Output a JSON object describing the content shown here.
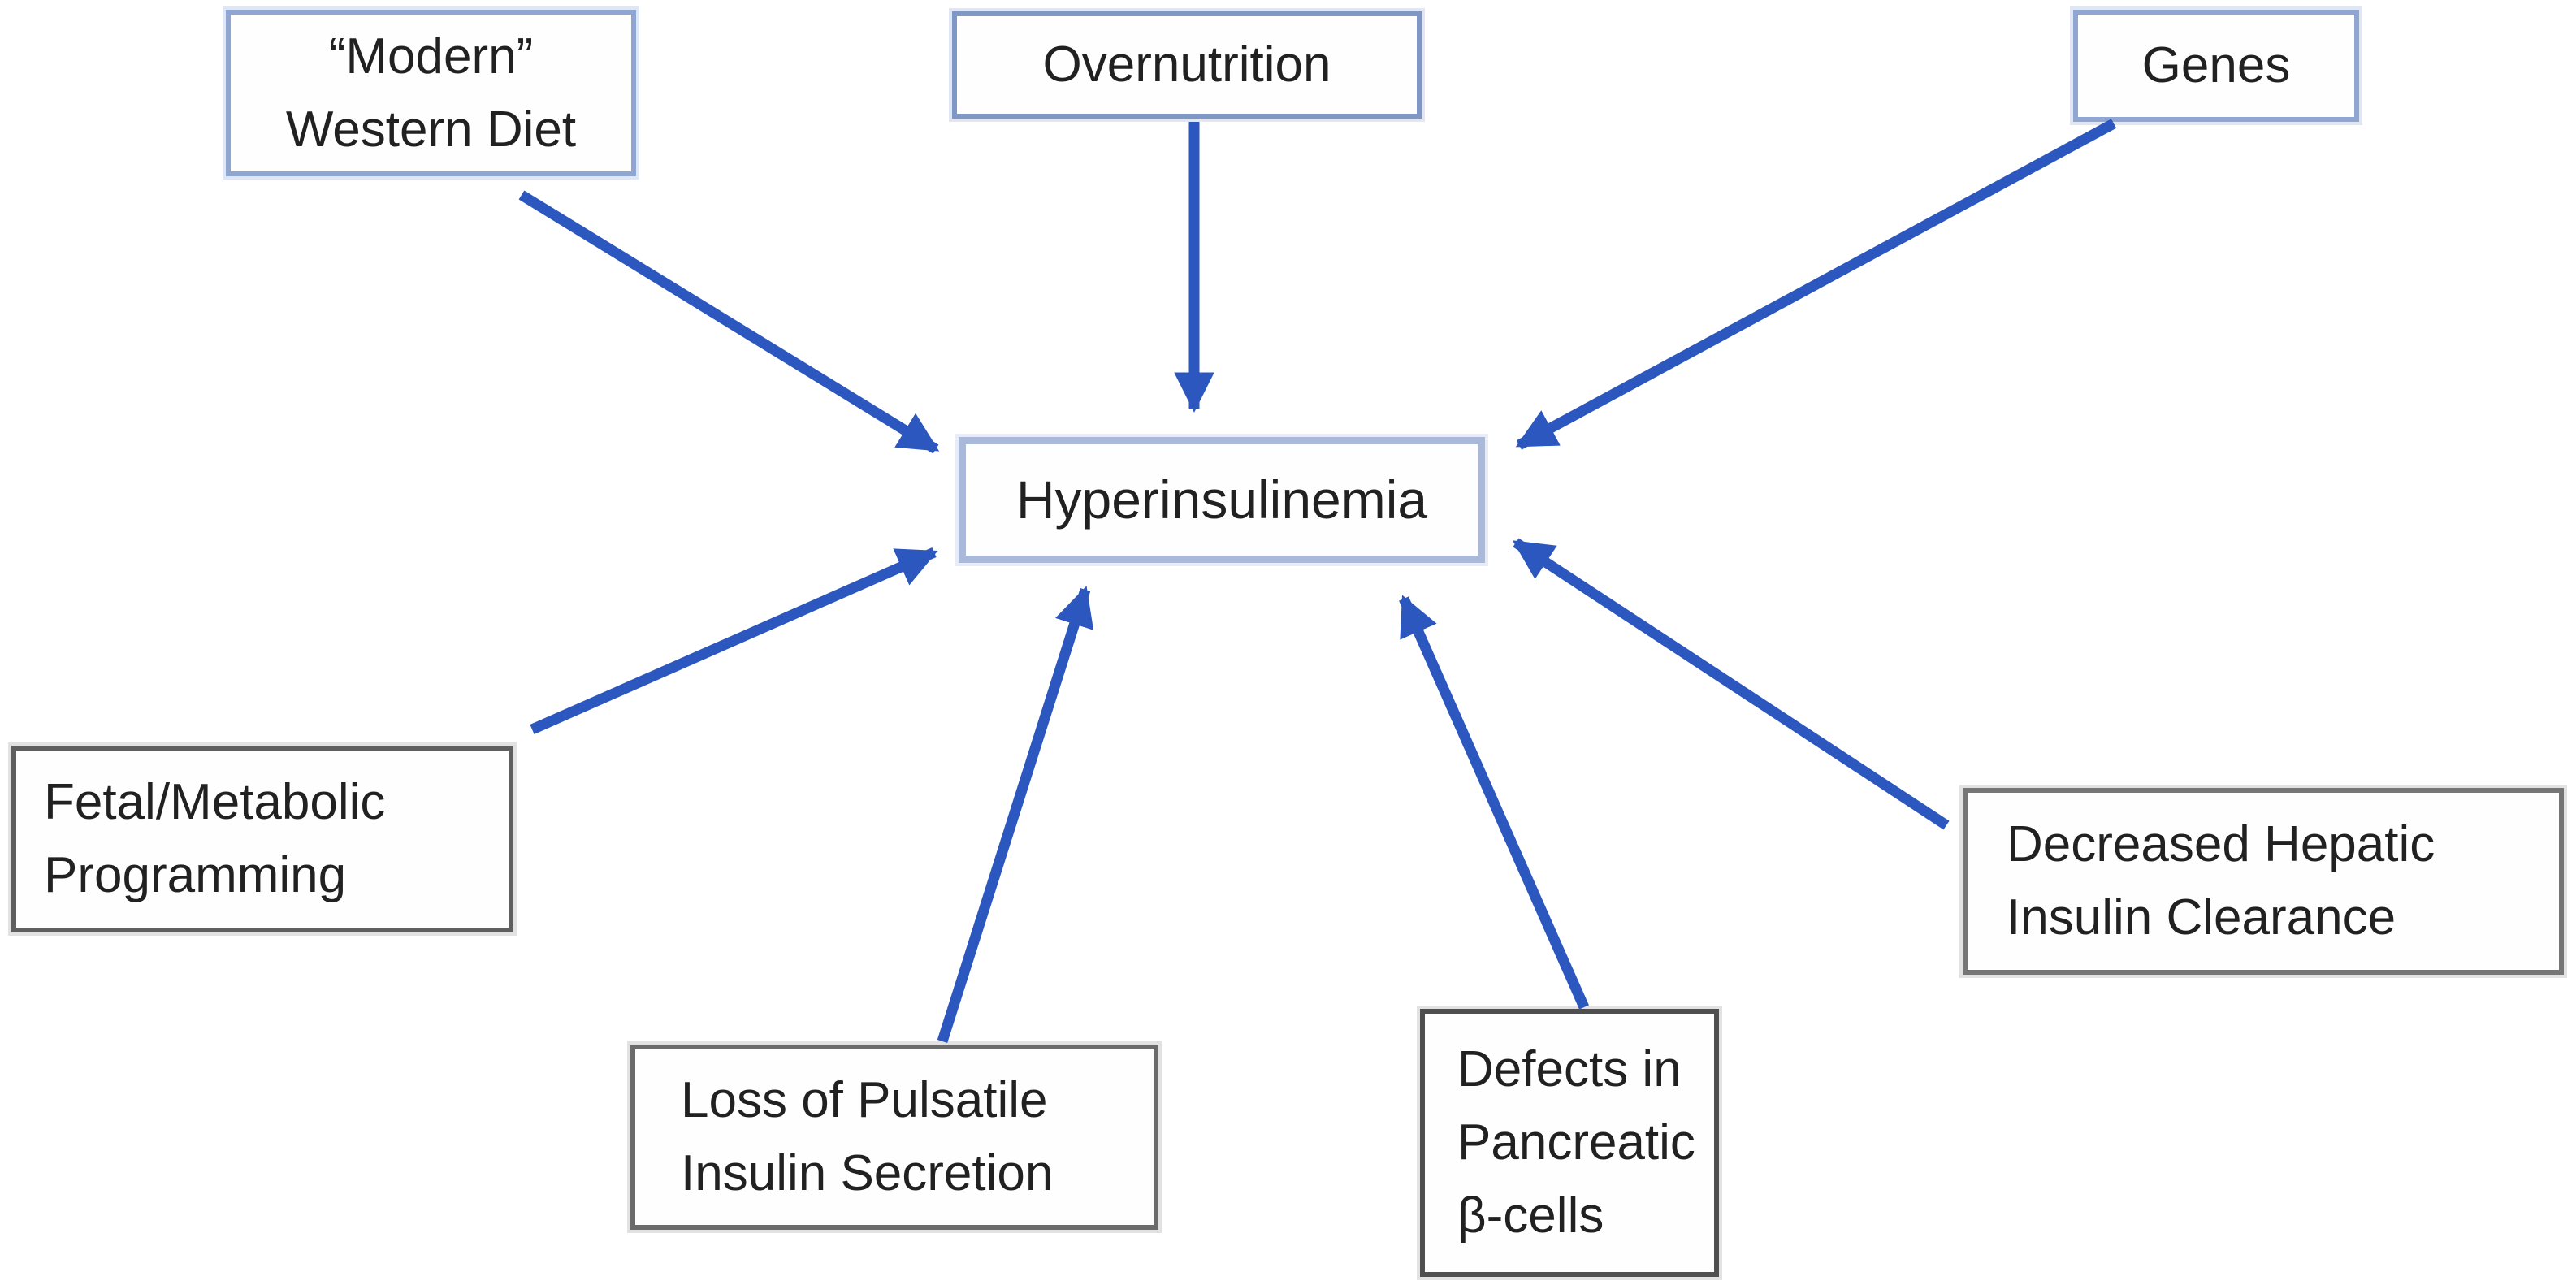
{
  "diagram": {
    "type": "cause-effect",
    "description": "Factors converging on hyperinsulinemia",
    "nodes": [
      {
        "id": "modern-western-diet",
        "label": "“Modern”\nWestern Diet"
      },
      {
        "id": "overnutrition",
        "label": "Overnutrition"
      },
      {
        "id": "genes",
        "label": "Genes"
      },
      {
        "id": "hyperinsulinemia",
        "label": "Hyperinsulinemia"
      },
      {
        "id": "fetal-metabolic-programming",
        "label": "Fetal/Metabolic\nProgramming"
      },
      {
        "id": "loss-of-pulsatile-insulin-secretion",
        "label": "Loss of Pulsatile\nInsulin Secretion"
      },
      {
        "id": "defects-in-pancreatic-beta-cells",
        "label": "Defects in\nPancreatic\nβ-cells"
      },
      {
        "id": "decreased-hepatic-insulin-clearance",
        "label": "Decreased Hepatic\nInsulin Clearance"
      }
    ],
    "edges": [
      {
        "from": "modern-western-diet",
        "to": "hyperinsulinemia"
      },
      {
        "from": "overnutrition",
        "to": "hyperinsulinemia"
      },
      {
        "from": "genes",
        "to": "hyperinsulinemia"
      },
      {
        "from": "fetal-metabolic-programming",
        "to": "hyperinsulinemia"
      },
      {
        "from": "loss-of-pulsatile-insulin-secretion",
        "to": "hyperinsulinemia"
      },
      {
        "from": "defects-in-pancreatic-beta-cells",
        "to": "hyperinsulinemia"
      },
      {
        "from": "decreased-hepatic-insulin-clearance",
        "to": "hyperinsulinemia"
      }
    ],
    "colors": {
      "arrow": "#2b57be",
      "blue_box_border": "#8fa5d2",
      "center_box_border": "#aab9da",
      "gray_box_border": "#5f5f5f",
      "text": "#212121",
      "background": "#ffffff"
    }
  }
}
